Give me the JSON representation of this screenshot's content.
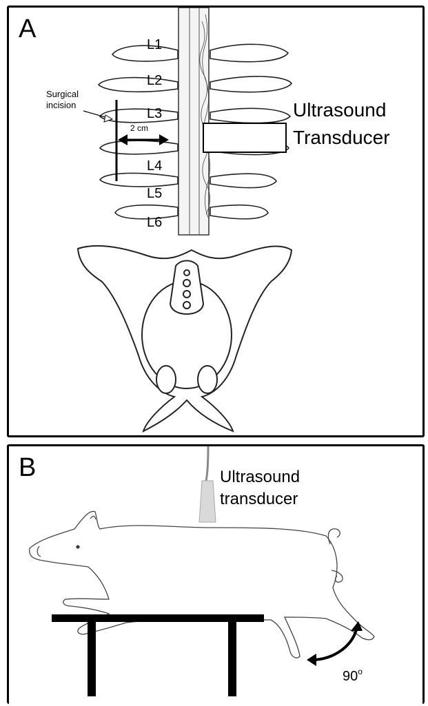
{
  "panel_a": {
    "label": "A",
    "vertebrae": [
      "L1",
      "L2",
      "L3",
      "L4",
      "L5",
      "L6"
    ],
    "incision_label_line1": "Surgical",
    "incision_label_line2": "incision",
    "distance_label": "2 cm",
    "transducer_label_line1": "Ultrasound",
    "transducer_label_line2": "Transducer"
  },
  "panel_b": {
    "label": "B",
    "transducer_label_line1": "Ultrasound",
    "transducer_label_line2": "transducer",
    "angle_label": "90",
    "angle_unit": "o"
  }
}
